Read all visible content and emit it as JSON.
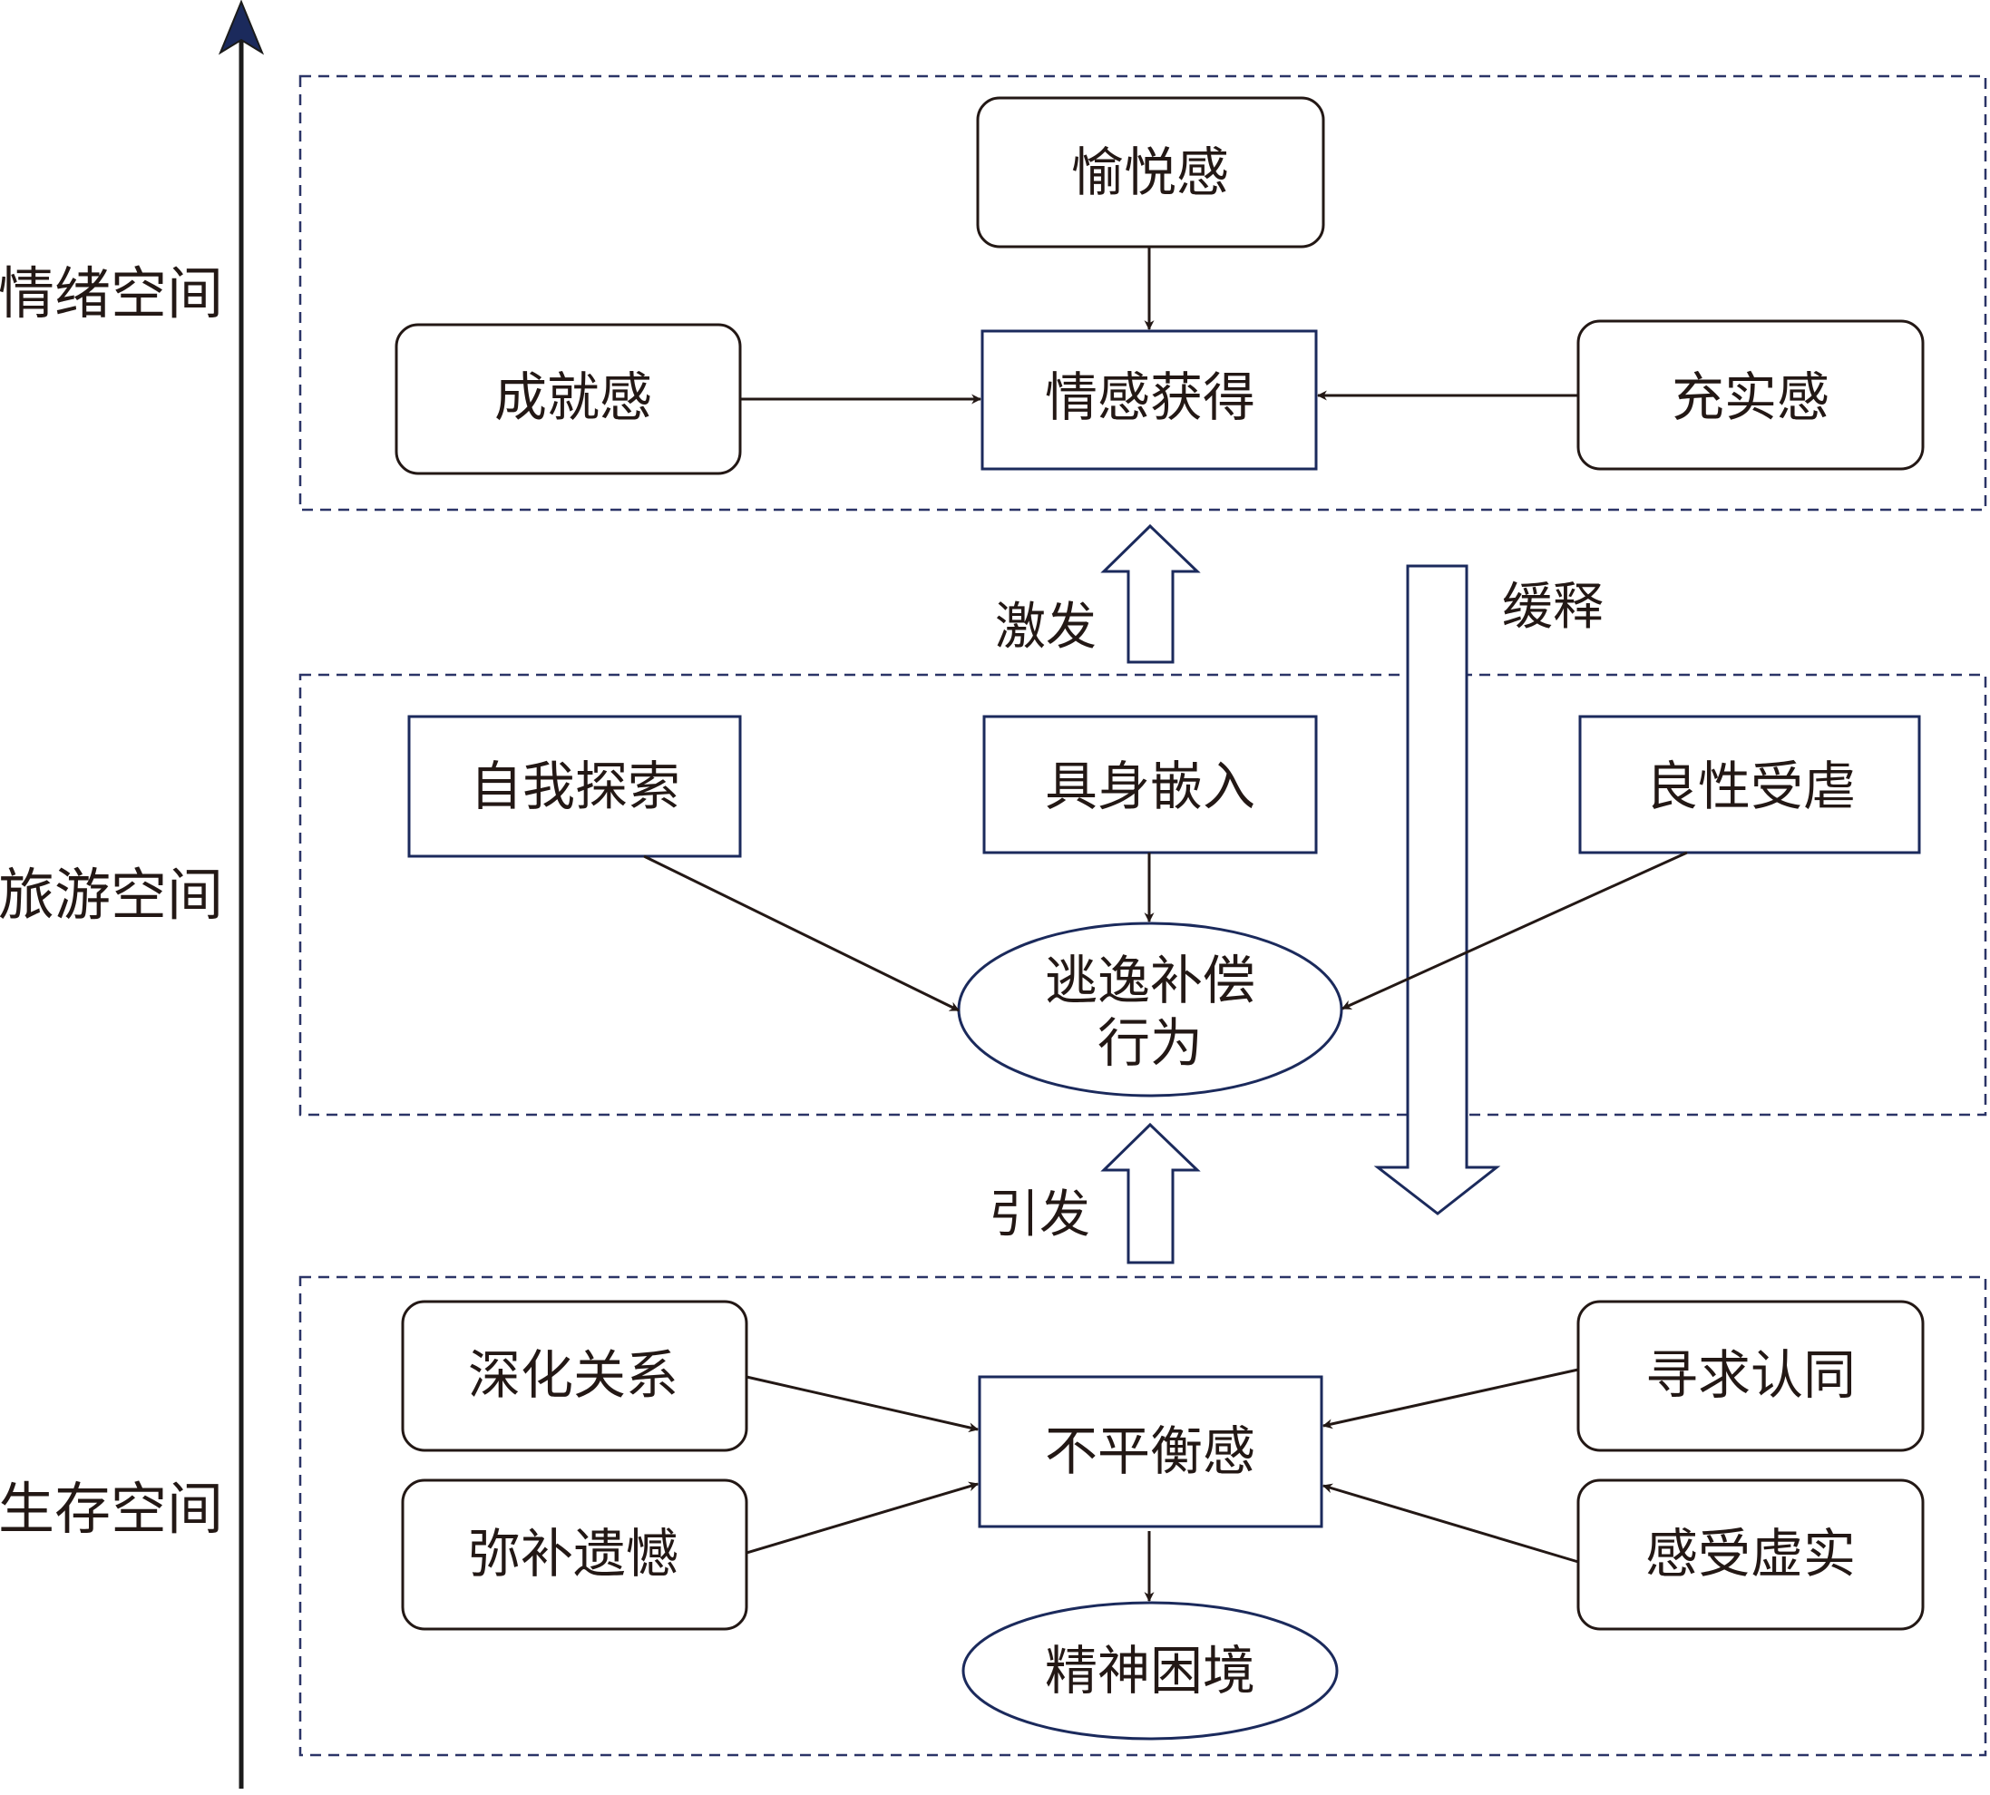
{
  "layers": {
    "emotion": "情绪空间",
    "tourism": "旅游空间",
    "existence": "生存空间"
  },
  "flows": {
    "inspire": "激发",
    "relieve": "缓释",
    "trigger": "引发"
  },
  "nodes": {
    "pleasure": "愉悦感",
    "achievement": "成就感",
    "emotion_gain": "情感获得",
    "fulfillment": "充实感",
    "self_exploration": "自我探索",
    "embodied": "具身嵌入",
    "benign_masochism": "良性受虐",
    "escape_line1": "逃逸补偿",
    "escape_line2": "行为",
    "deepen_relations": "深化关系",
    "seek_identity": "寻求认同",
    "imbalance": "不平衡感",
    "make_up_regret": "弥补遗憾",
    "feel_reality": "感受虚实",
    "spiritual_dilemma": "精神困境"
  },
  "colors": {
    "line": "#231815",
    "accent": "#1b2a5c"
  }
}
